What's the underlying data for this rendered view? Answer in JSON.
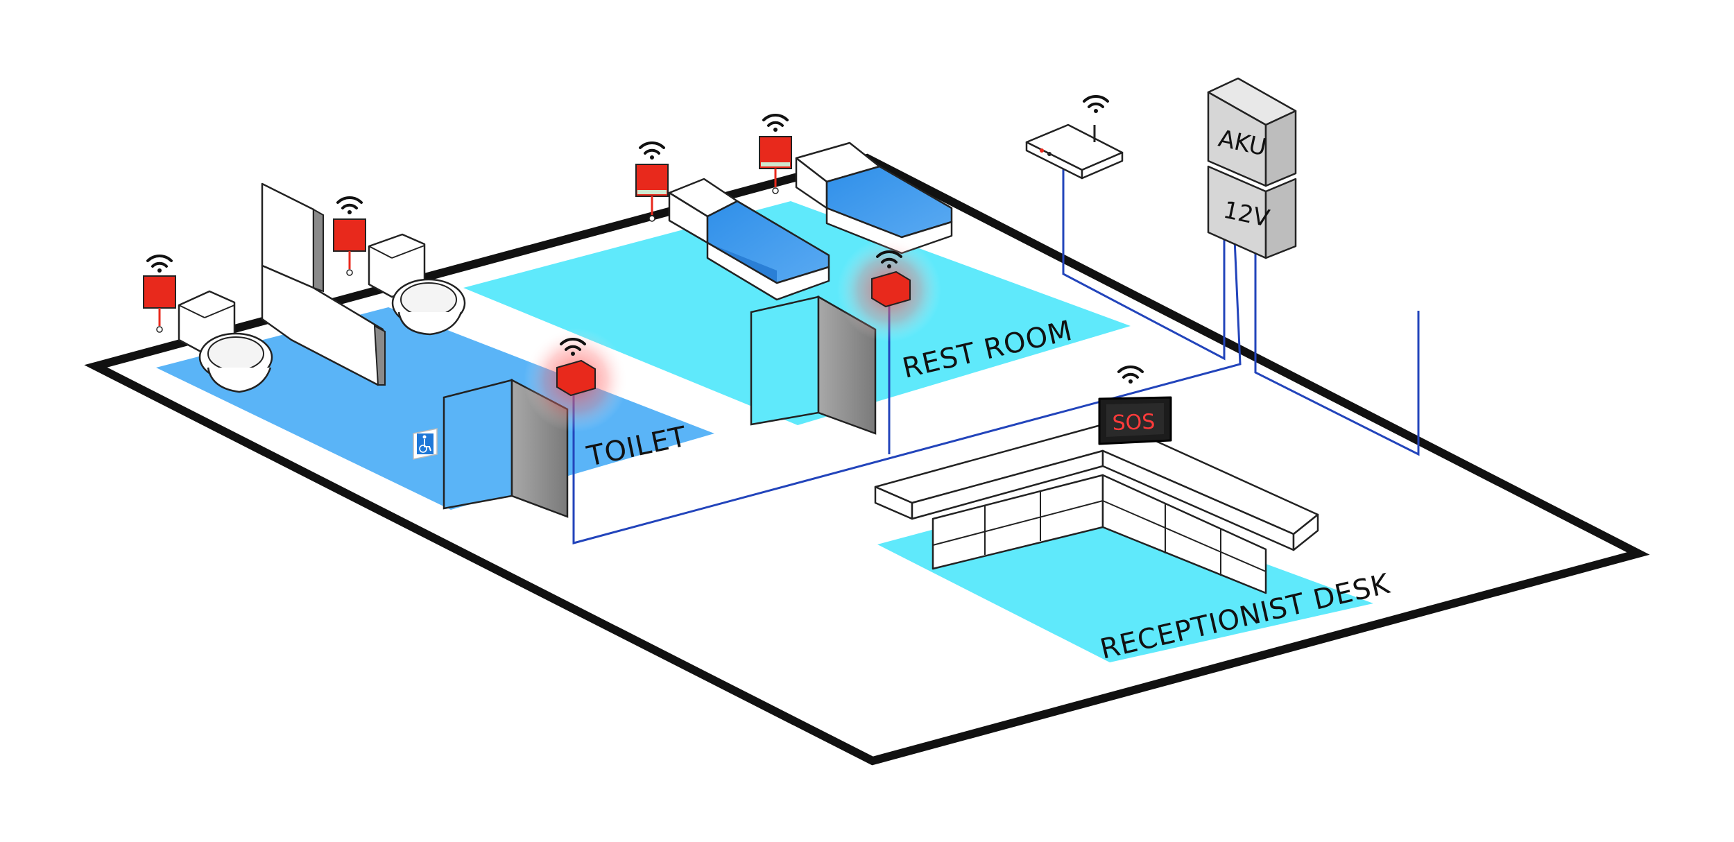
{
  "labels": {
    "toilet": "TOILET",
    "rest_room": "REST ROOM",
    "reception": "RECEPTIONIST DESK"
  },
  "power_box": {
    "upper": "AKU",
    "lower": "12V"
  },
  "display": {
    "text": "SOS"
  },
  "colors": {
    "floor_outline": "#111111",
    "toilet_zone": "#5ab4f7",
    "rest_zone": "#5fe9fb",
    "reception_zone": "#5fe9fb",
    "mattress": "#3b98ef",
    "alarm_red": "#e8291c",
    "wire_blue": "#2244bb",
    "glow": "#ff5a5a",
    "sos_text": "#ff3b3b",
    "box_gray": "#dcdcdc"
  },
  "icons": [
    "wifi-icon",
    "wheelchair-icon",
    "router-icon",
    "pull-cord-alarm-icon",
    "door-alarm-lamp-icon"
  ]
}
